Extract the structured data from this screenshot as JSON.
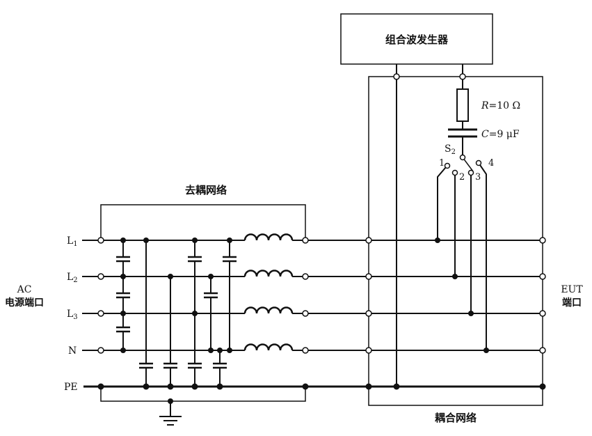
{
  "generator": {
    "label": "组合波发生器"
  },
  "decoupling": {
    "label": "去耦网络"
  },
  "coupling": {
    "label": "耦合网络"
  },
  "ac_port": {
    "line1": "AC",
    "line2": "电源端口"
  },
  "eut_port": {
    "line1": "EUT",
    "line2": "端口"
  },
  "lines": {
    "l1": {
      "main": "L",
      "sub": "1"
    },
    "l2": {
      "main": "L",
      "sub": "2"
    },
    "l3": {
      "main": "L",
      "sub": "3"
    },
    "n": {
      "main": "N"
    },
    "pe": {
      "main": "PE"
    }
  },
  "resistor": {
    "symbol": "R",
    "text": "=10  Ω"
  },
  "capacitor": {
    "symbol": "C",
    "text": "=9  μF"
  },
  "switch": {
    "main": "S",
    "sub": "2",
    "positions": [
      "1",
      "2",
      "3",
      "4"
    ]
  }
}
